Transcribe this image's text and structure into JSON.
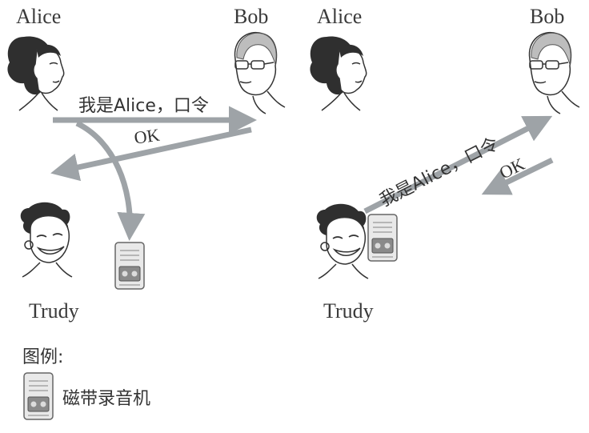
{
  "left_scene": {
    "alice_label": "Alice",
    "bob_label": "Bob",
    "trudy_label": "Trudy",
    "message_request": "我是Alice，口令",
    "message_reply": "OK"
  },
  "right_scene": {
    "alice_label": "Alice",
    "bob_label": "Bob",
    "trudy_label": "Trudy",
    "message_request": "我是Alice，口令",
    "message_reply": "OK"
  },
  "legend": {
    "title": "图例:",
    "recorder_label": "磁带录音机"
  },
  "colors": {
    "arrow": "#9ea3a7",
    "hair": "#2f2f2f",
    "skin": "#ffffff",
    "recorder_body": "#e9e9e9",
    "recorder_display": "#8a8a8a"
  }
}
